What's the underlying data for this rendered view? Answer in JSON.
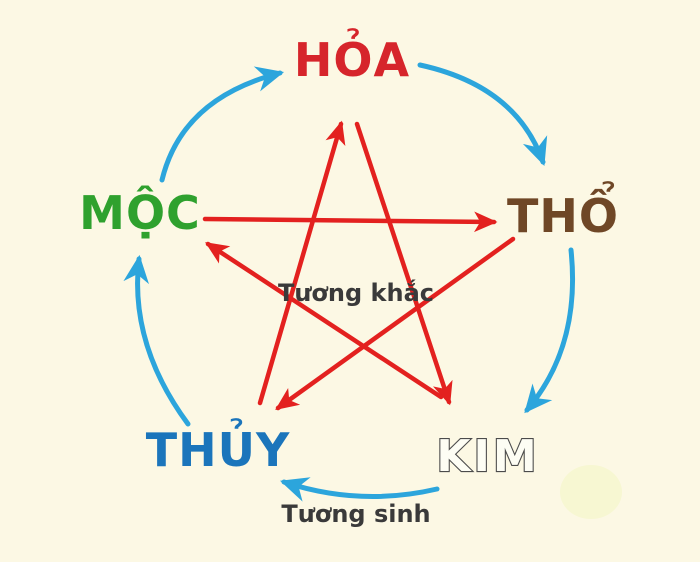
{
  "colors": {
    "background": "#FCF8E4",
    "sinh_arrow": "#2CA5DC",
    "khac_arrow": "#E3211F",
    "cycle_label_text": "#3A3A3A",
    "watermark": "#F2F5C2"
  },
  "diagram": {
    "nodes": [
      {
        "id": "hoa",
        "label": "HỎA",
        "color": "#D6252B"
      },
      {
        "id": "tho",
        "label": "THỔ",
        "color": "#6F4726"
      },
      {
        "id": "kim",
        "label": "KIM",
        "color": "#FDFDF4",
        "outline": "#4B4B4B"
      },
      {
        "id": "thuy",
        "label": "THỦY",
        "color": "#1B75BB"
      },
      {
        "id": "moc",
        "label": "MỘC",
        "color": "#2FA12E"
      }
    ],
    "center_label": "Tương khắc",
    "bottom_label": "Tương sinh",
    "sinh_cycle_arrows": [
      {
        "from": "MỘC",
        "to": "HỎA"
      },
      {
        "from": "HỎA",
        "to": "THỔ"
      },
      {
        "from": "THỔ",
        "to": "KIM"
      },
      {
        "from": "KIM",
        "to": "THỦY"
      },
      {
        "from": "THỦY",
        "to": "MỘC"
      }
    ],
    "khac_cycle_arrows": [
      {
        "from": "MỘC",
        "to": "THỔ"
      },
      {
        "from": "THỔ",
        "to": "THỦY"
      },
      {
        "from": "THỦY",
        "to": "HỎA"
      },
      {
        "from": "HỎA",
        "to": "KIM"
      },
      {
        "from": "KIM",
        "to": "MỘC"
      }
    ]
  }
}
